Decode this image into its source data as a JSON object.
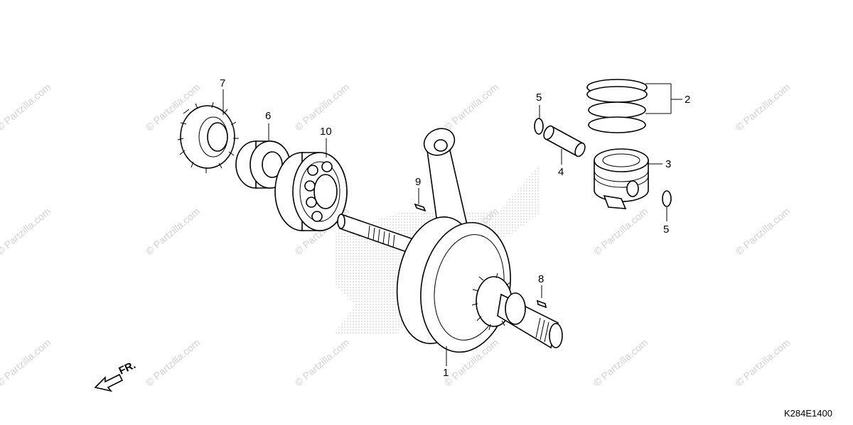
{
  "diagram": {
    "code": "K284E1400",
    "direction_label": "FR.",
    "watermark": "© Partzilla.com",
    "callouts": [
      "1",
      "2",
      "3",
      "4",
      "5",
      "5",
      "6",
      "7",
      "8",
      "9",
      "10"
    ]
  }
}
